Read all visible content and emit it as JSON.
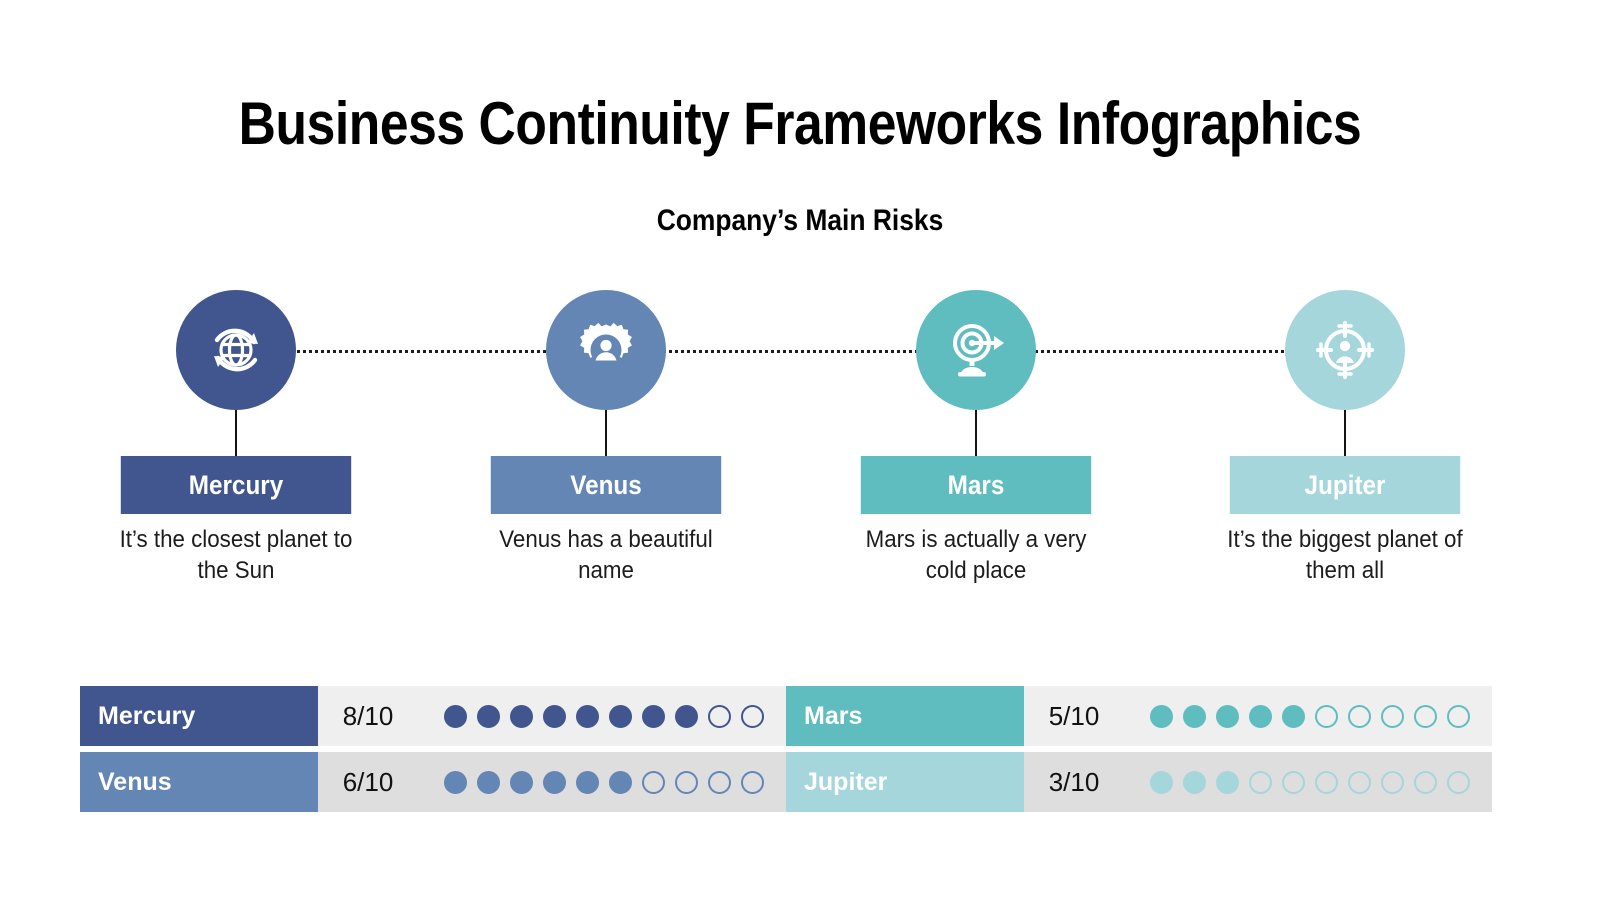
{
  "header": {
    "title": "Business Continuity Frameworks Infographics",
    "subtitle": "Company’s Main Risks"
  },
  "palette": {
    "mercury": "#41558E",
    "venus": "#6486B4",
    "mars": "#5FBDC0",
    "jupiter": "#A5D6DC",
    "row_bg_light": "#EFEFEF",
    "row_bg_dark": "#DEDEDE",
    "connector": "#141414",
    "text": "#000000"
  },
  "timeline": {
    "connector_style": "dotted",
    "steps": [
      {
        "id": "mercury",
        "icon": "globe-refresh-icon",
        "name": "Mercury",
        "description": "It’s the closest planet to the Sun",
        "color": "#41558E"
      },
      {
        "id": "venus",
        "icon": "gear-user-icon",
        "name": "Venus",
        "description": "Venus has a beautiful name",
        "color": "#6486B4"
      },
      {
        "id": "mars",
        "icon": "target-arrow-icon",
        "name": "Mars",
        "description": "Mars is actually a very cold place",
        "color": "#5FBDC0"
      },
      {
        "id": "jupiter",
        "icon": "crosshair-user-icon",
        "name": "Jupiter",
        "description": "It’s the biggest planet of them all",
        "color": "#A5D6DC"
      }
    ]
  },
  "ratings": {
    "scale_max": 10,
    "items": [
      {
        "name": "Mercury",
        "score": 8,
        "score_label": "8/10",
        "color": "#41558E",
        "row": 0,
        "column": 0
      },
      {
        "name": "Mars",
        "score": 5,
        "score_label": "5/10",
        "color": "#5FBDC0",
        "row": 0,
        "column": 1
      },
      {
        "name": "Venus",
        "score": 6,
        "score_label": "6/10",
        "color": "#6486B4",
        "row": 1,
        "column": 0
      },
      {
        "name": "Jupiter",
        "score": 3,
        "score_label": "3/10",
        "color": "#A5D6DC",
        "row": 1,
        "column": 1
      }
    ]
  }
}
